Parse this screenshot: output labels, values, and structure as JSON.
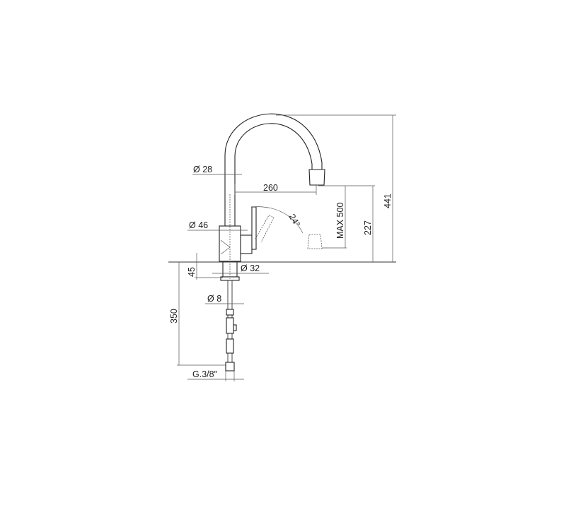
{
  "drawing": {
    "subject": "kitchen mixer tap technical drawing",
    "dimensions": {
      "spout_diameter": "Ø 28",
      "body_diameter": "Ø 46",
      "base_diameter": "Ø 32",
      "hose_diameter": "Ø 8",
      "spout_reach": "260",
      "max_clearance": "MAX 500",
      "spout_height": "227",
      "total_height": "441",
      "base_height": "45",
      "hose_length": "350",
      "connection": "G.3/8\"",
      "lever_angle": "24°"
    },
    "colors": {
      "line": "#333333",
      "background": "#ffffff"
    }
  }
}
